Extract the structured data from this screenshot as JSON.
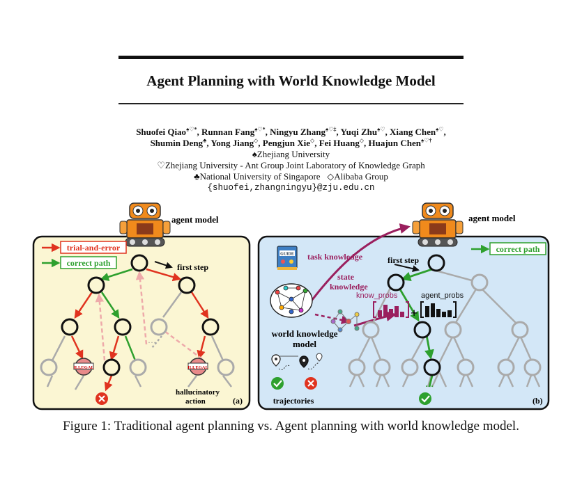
{
  "paper": {
    "title": "Agent Planning with World Knowledge Model",
    "authors_line1": [
      {
        "name": "Shuofei Qiao",
        "mark": "♠♡*"
      },
      {
        "name": "Runnan Fang",
        "mark": "♠♡*"
      },
      {
        "name": "Ningyu Zhang",
        "mark": "♠♡‡"
      },
      {
        "name": "Yuqi Zhu",
        "mark": "♠♡"
      },
      {
        "name": "Xiang Chen",
        "mark": "♠♡"
      }
    ],
    "authors_line2": [
      {
        "name": "Shumin Deng",
        "mark": "♣"
      },
      {
        "name": "Yong Jiang",
        "mark": "◇"
      },
      {
        "name": "Pengjun Xie",
        "mark": "◇"
      },
      {
        "name": "Fei Huang",
        "mark": "◇"
      },
      {
        "name": "Huajun Chen",
        "mark": "♠♡†"
      }
    ],
    "affil_1": "♠Zhejiang University",
    "affil_2": "♡Zhejiang University - Ant Group Joint Laboratory of Knowledge Graph",
    "affil_3a": "♣National University of Singapore",
    "affil_3b": "◇Alibaba Group",
    "email": "{shuofei,zhangningyu}@zju.edu.cn"
  },
  "figure": {
    "agent_model_label": "agent model",
    "panel_a": {
      "legend_trial": "trial-and-error",
      "legend_correct": "correct path",
      "first_step": "first step",
      "illegal": "ILLEGAL",
      "hallucinatory": "hallucinatory",
      "action": "action",
      "tag": "(a)"
    },
    "panel_b": {
      "legend_correct": "correct path",
      "task_knowledge": "task knowledge",
      "guide": "GUIDE",
      "state": "state",
      "knowledge": "knowledge",
      "first_step": "first step",
      "know_probs": "know_probs",
      "agent_probs": "agent_probs",
      "wkm_line1": "world knowledge",
      "wkm_line2": "model",
      "trajectories": "trajectories",
      "tag": "(b)"
    },
    "colors": {
      "panel_a_bg": "#fbf6d3",
      "panel_b_bg": "#d3e7f7",
      "red": "#e0331f",
      "green": "#2ea02e",
      "purple": "#9a1f5e",
      "pink": "#eeaaaa"
    }
  },
  "caption": "Figure 1: Traditional agent planning vs. Agent planning with world knowledge model."
}
